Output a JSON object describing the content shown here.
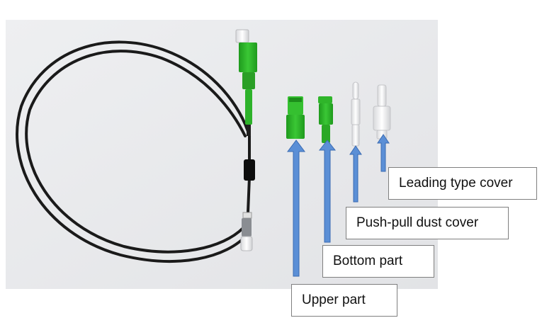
{
  "labels": {
    "leading_type_cover": "Leading type cover",
    "push_pull_dust_cover": "Push-pull dust cover",
    "bottom_part": "Bottom part",
    "upper_part": "Upper part"
  },
  "colors": {
    "photo_background": "#e8e9eb",
    "cable": "#1a1a1a",
    "connector_green": "#2fb52a",
    "arrow_fill": "#5b8fd6",
    "arrow_stroke": "#3a6bb3",
    "label_border": "#7f7f7f"
  }
}
